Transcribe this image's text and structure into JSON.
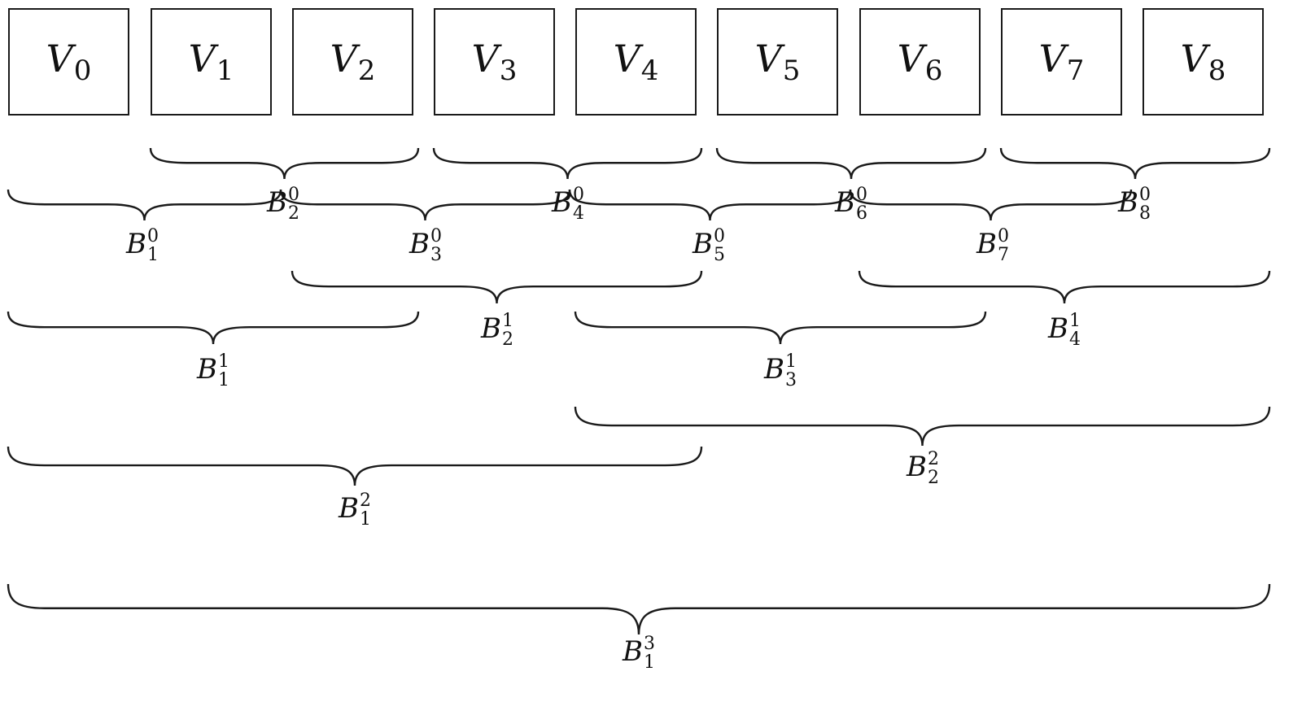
{
  "boxes": [
    {
      "base": "V",
      "sub": "0"
    },
    {
      "base": "V",
      "sub": "1"
    },
    {
      "base": "V",
      "sub": "2"
    },
    {
      "base": "V",
      "sub": "3"
    },
    {
      "base": "V",
      "sub": "4"
    },
    {
      "base": "V",
      "sub": "5"
    },
    {
      "base": "V",
      "sub": "6"
    },
    {
      "base": "V",
      "sub": "7"
    },
    {
      "base": "V",
      "sub": "8"
    }
  ],
  "braces": [
    {
      "base": "B",
      "sub": "2",
      "sup": "0",
      "level": 0,
      "covers": [
        "V1",
        "V2"
      ]
    },
    {
      "base": "B",
      "sub": "4",
      "sup": "0",
      "level": 0,
      "covers": [
        "V3",
        "V4"
      ]
    },
    {
      "base": "B",
      "sub": "6",
      "sup": "0",
      "level": 0,
      "covers": [
        "V5",
        "V6"
      ]
    },
    {
      "base": "B",
      "sub": "8",
      "sup": "0",
      "level": 0,
      "covers": [
        "V7",
        "V8"
      ]
    },
    {
      "base": "B",
      "sub": "1",
      "sup": "0",
      "level": 0,
      "covers": [
        "V0",
        "V1"
      ]
    },
    {
      "base": "B",
      "sub": "3",
      "sup": "0",
      "level": 0,
      "covers": [
        "V2",
        "V3"
      ]
    },
    {
      "base": "B",
      "sub": "5",
      "sup": "0",
      "level": 0,
      "covers": [
        "V4",
        "V5"
      ]
    },
    {
      "base": "B",
      "sub": "7",
      "sup": "0",
      "level": 0,
      "covers": [
        "V6",
        "V7"
      ]
    },
    {
      "base": "B",
      "sub": "2",
      "sup": "1",
      "level": 1,
      "covers": [
        "V2",
        "V3",
        "V4"
      ]
    },
    {
      "base": "B",
      "sub": "4",
      "sup": "1",
      "level": 1,
      "covers": [
        "V6",
        "V7",
        "V8"
      ]
    },
    {
      "base": "B",
      "sub": "1",
      "sup": "1",
      "level": 1,
      "covers": [
        "V0",
        "V1",
        "V2"
      ]
    },
    {
      "base": "B",
      "sub": "3",
      "sup": "1",
      "level": 1,
      "covers": [
        "V4",
        "V5",
        "V6"
      ]
    },
    {
      "base": "B",
      "sub": "2",
      "sup": "2",
      "level": 2,
      "covers": [
        "V4",
        "V5",
        "V6",
        "V7",
        "V8"
      ]
    },
    {
      "base": "B",
      "sub": "1",
      "sup": "2",
      "level": 2,
      "covers": [
        "V0",
        "V1",
        "V2",
        "V3",
        "V4"
      ]
    },
    {
      "base": "B",
      "sub": "1",
      "sup": "3",
      "level": 3,
      "covers": [
        "V0",
        "V1",
        "V2",
        "V3",
        "V4",
        "V5",
        "V6",
        "V7",
        "V8"
      ]
    }
  ]
}
